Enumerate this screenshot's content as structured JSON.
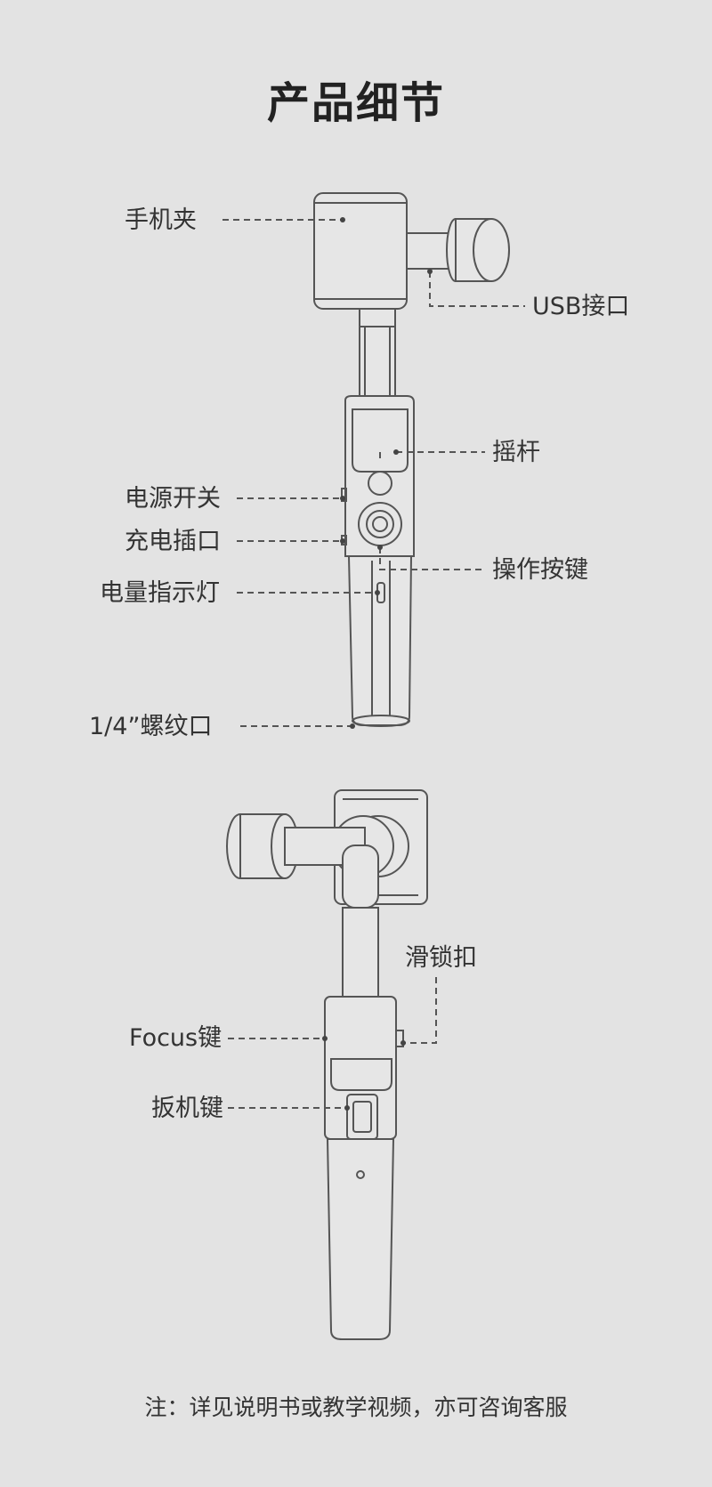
{
  "page": {
    "title": "产品细节"
  },
  "front_view": {
    "labels": {
      "phone_clamp": "手机夹",
      "usb_port": "USB接口",
      "joystick": "摇杆",
      "power_switch": "电源开关",
      "charging_port": "充电插口",
      "operation_button": "操作按键",
      "battery_indicator": "电量指示灯",
      "screw_mount": "1/4”螺纹口"
    }
  },
  "back_view": {
    "labels": {
      "slide_lock": "滑锁扣",
      "focus_button": "Focus键",
      "trigger_button": "扳机键"
    }
  },
  "footer": {
    "note": "注：详见说明书或教学视频，亦可咨询客服"
  },
  "colors": {
    "background": "#e3e3e3",
    "line": "#555555",
    "text": "#333333"
  }
}
